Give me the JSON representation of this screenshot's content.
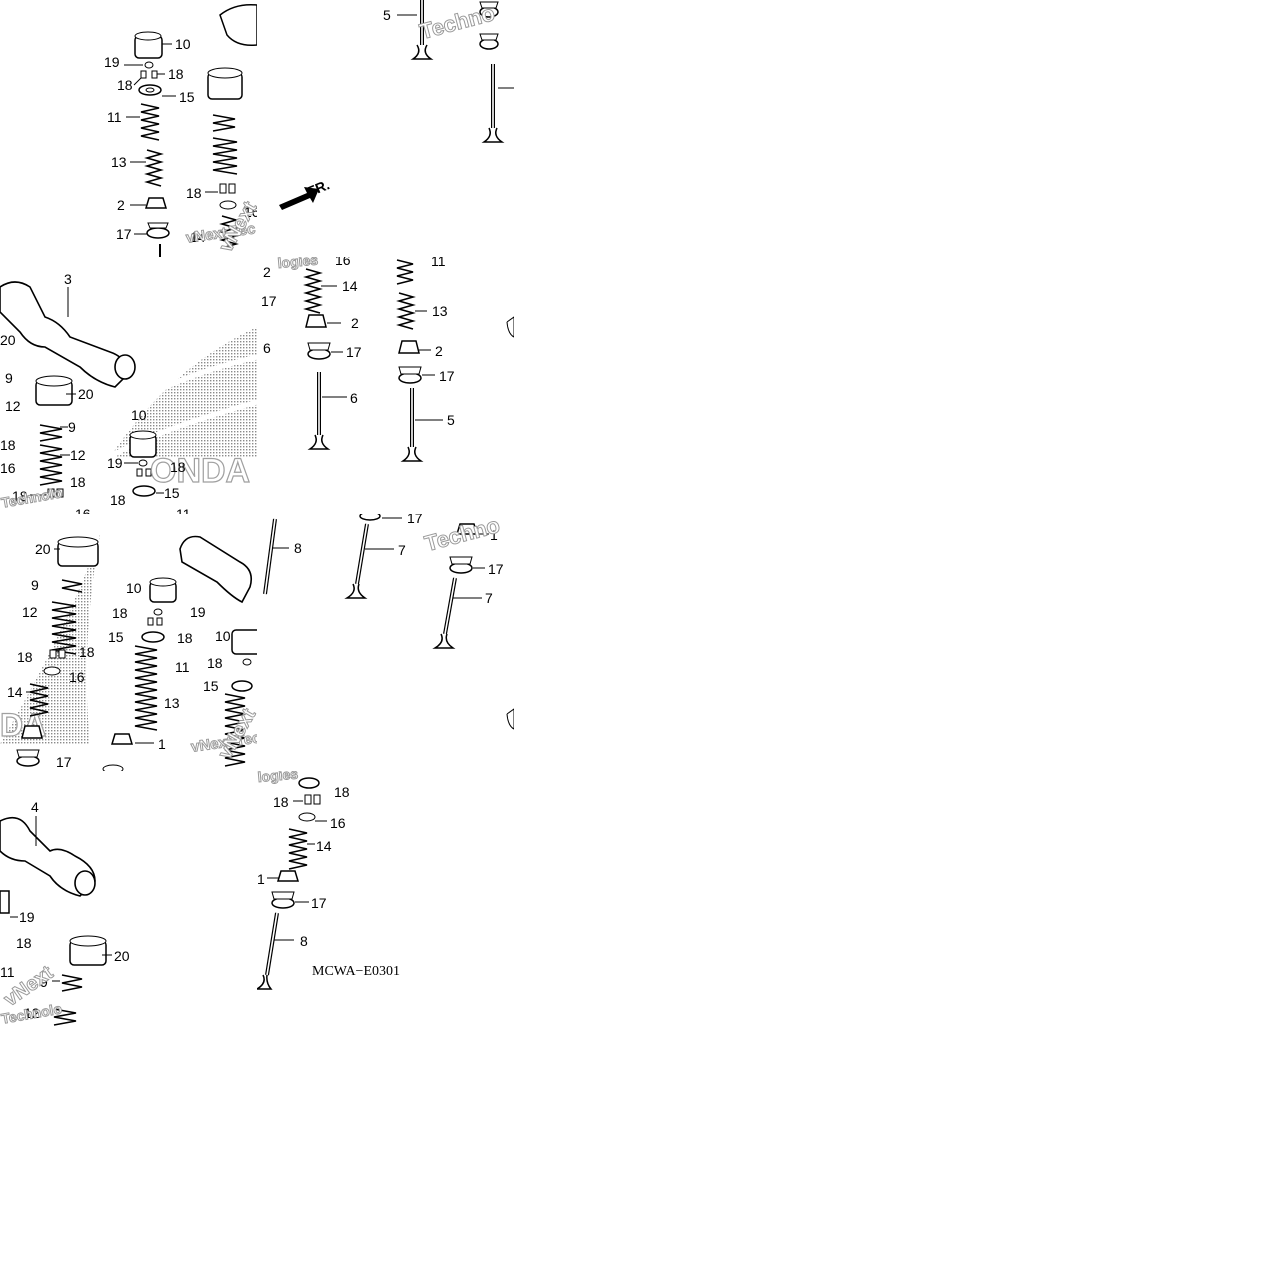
{
  "diagram": {
    "part_code": "MCWA−E0301",
    "direction_marker": "FR.",
    "watermark_words": [
      "Technologies",
      "vNext",
      "Techno",
      "logies",
      "vNext Tec",
      "Technolo"
    ],
    "honda_letters": "HONDA",
    "callouts": {
      "t1": [
        "10",
        "19",
        "18",
        "18",
        "15",
        "11",
        "13",
        "2",
        "17",
        "14",
        "18",
        "16"
      ],
      "t2": [
        "5"
      ],
      "t3": [
        "3",
        "20",
        "9",
        "20",
        "12",
        "10",
        "9",
        "18",
        "12",
        "16",
        "19",
        "18",
        "18",
        "18",
        "15",
        "18",
        "16",
        "11"
      ],
      "t4": [
        "2",
        "17",
        "6",
        "16",
        "14",
        "2",
        "17",
        "6",
        "11",
        "13",
        "2",
        "17",
        "5"
      ],
      "t5": [
        "20",
        "9",
        "12",
        "18",
        "18",
        "16",
        "14",
        "17",
        "10",
        "19",
        "18",
        "18",
        "15",
        "11",
        "13",
        "1",
        "10",
        "18",
        "15",
        "8"
      ],
      "t6": [
        "17",
        "7",
        "1",
        "17",
        "7"
      ],
      "t7": [
        "4",
        "19",
        "18",
        "20",
        "11",
        "9",
        "12"
      ],
      "t8": [
        "18",
        "18",
        "16",
        "14",
        "1",
        "17",
        "8"
      ]
    }
  }
}
